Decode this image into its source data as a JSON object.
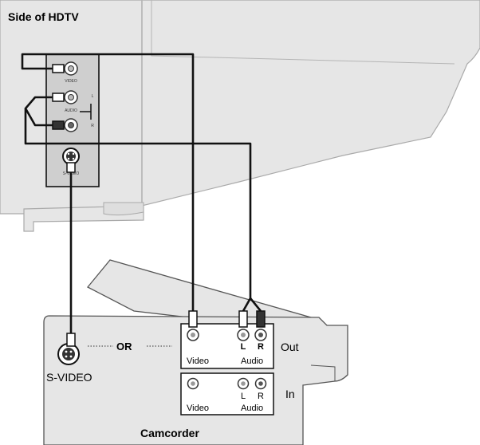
{
  "tv": {
    "title": "Side of HDTV",
    "jack_labels": {
      "video": "VIDEO",
      "audio": "AUDIO",
      "left": "L",
      "right": "R",
      "svideo": "S-VIDEO"
    }
  },
  "camcorder": {
    "label": "Camcorder",
    "svideo_label": "S-VIDEO",
    "or_label": "OR",
    "out_panel": {
      "label": "Out",
      "video": "Video",
      "audio": "Audio",
      "left": "L",
      "right": "R"
    },
    "in_panel": {
      "label": "In",
      "video": "Video",
      "audio": "Audio",
      "left": "L",
      "right": "R"
    }
  },
  "colors": {
    "tv_body": "#e6e6e6",
    "tv_outline": "#aaaaaa",
    "jack_panel": "#cfcfcf",
    "camcorder_body": "#e6e6e6",
    "cable": "#111111"
  }
}
